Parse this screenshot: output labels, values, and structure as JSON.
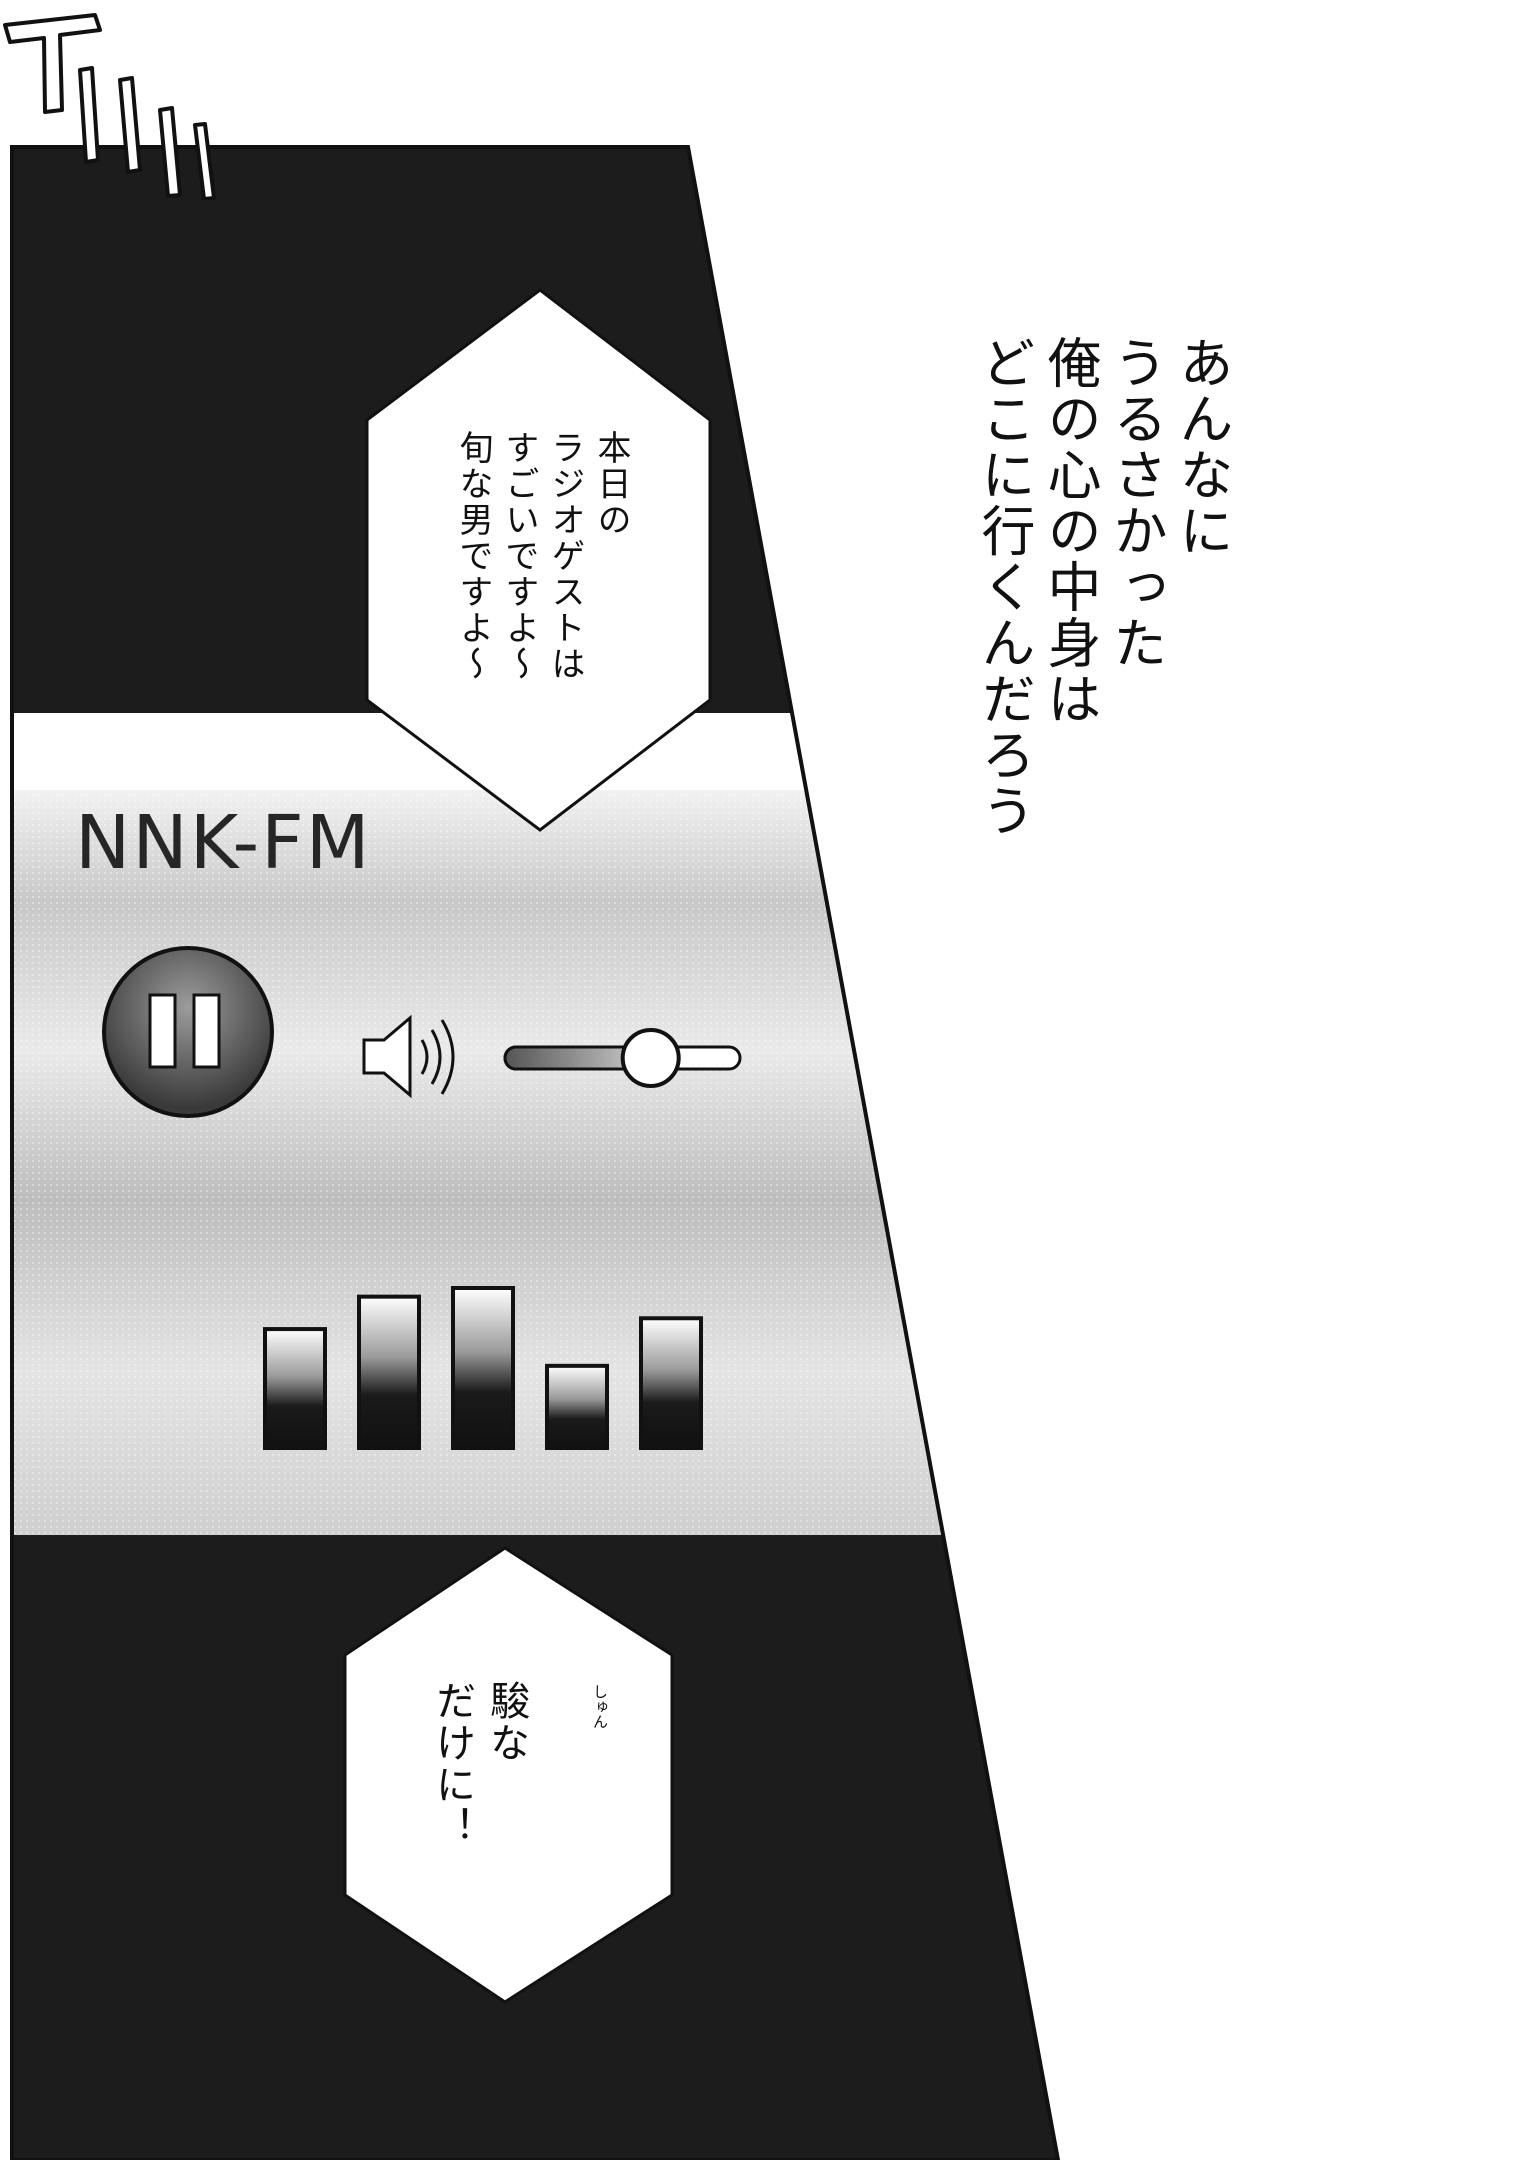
{
  "narration": {
    "lines": [
      "あんなに",
      "うるさかった",
      "俺の心の中身は",
      "どこに行くんだろう"
    ]
  },
  "bubble_top": {
    "lines": [
      "本日の",
      "ラジオゲストは",
      "すごいですよ〜",
      "旬な男ですよ〜"
    ]
  },
  "bubble_bottom": {
    "lines": [
      "駿な",
      "だけに！"
    ],
    "ruby": "しゅん"
  },
  "player": {
    "station": "NNK-FM",
    "play_state": "playing",
    "volume_level": 0.62,
    "equalizer_levels": [
      0.55,
      0.7,
      0.74,
      0.38,
      0.6
    ]
  },
  "icons": {
    "pause": "pause-icon",
    "speaker": "speaker-icon",
    "sfx": "crowd-cheer-sfx"
  },
  "colors": {
    "panel_black": "#1c1c1c",
    "panel_gray": "#d9d9d9",
    "player_dark": "#2a2a2a"
  }
}
